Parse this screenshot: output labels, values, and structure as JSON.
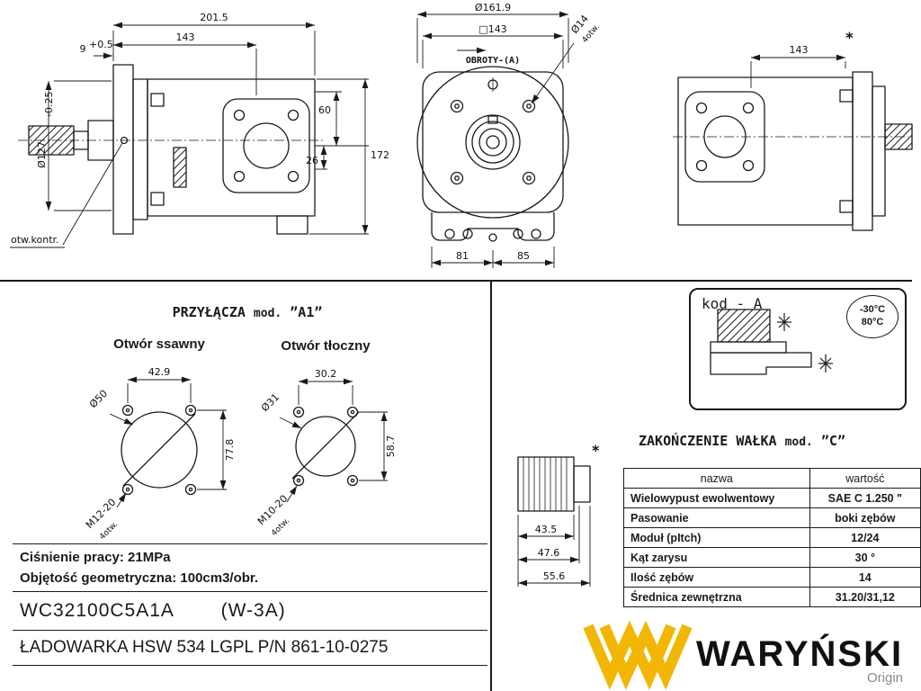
{
  "page": {
    "bg": "#ffffff",
    "line_color": "#1a1a1a"
  },
  "views": {
    "side_left": {
      "dim_total": "201.5",
      "dim_flange": "143",
      "dim_9": "9",
      "dim_9_tol": "+0.5",
      "dim_d127": "Ø127",
      "dim_d127_tol": "-0.25",
      "dim_60": "60",
      "dim_26": "26",
      "dim_172": "172",
      "label_otw_kontr": "otw.kontr."
    },
    "front": {
      "dim_d161": "Ø161.9",
      "dim_sq143": "□143",
      "label_obroty": "OBROTY-(A)",
      "dim_d14": "Ø14",
      "dim_d14_holes": "4otw.",
      "dim_81": "81",
      "dim_85": "85"
    },
    "side_right": {
      "dim_143": "143",
      "mark": "*"
    }
  },
  "przylacza": {
    "title": "PRZYŁĄCZA",
    "mod": "mod.",
    "code": "”A1”",
    "ssawny": {
      "title": "Otwór ssawny",
      "dim_w": "42.9",
      "dim_h": "77.8",
      "dim_d": "Ø50",
      "thread": "M12-20",
      "holes": "4otw."
    },
    "tloczny": {
      "title": "Otwór tłoczny",
      "dim_w": "30.2",
      "dim_h": "58.7",
      "dim_d": "Ø31",
      "thread": "M10-20",
      "holes": "4otw."
    }
  },
  "kod": {
    "label": "kod - A",
    "temp_min": "-30°C",
    "temp_max": "80°C"
  },
  "walek": {
    "title": "ZAKOŃCZENIE WAŁKA",
    "mod": "mod.",
    "code": "”C”",
    "mark": "*",
    "dim_43_5": "43.5",
    "dim_47_6": "47.6",
    "dim_55_6": "55.6",
    "table": {
      "headers": [
        "nazwa",
        "wartość"
      ],
      "rows": [
        [
          "Wielowypust ewolwentowy",
          "SAE C  1.250 \""
        ],
        [
          "Pasowanie",
          "boki zębów"
        ],
        [
          "Moduł (pItch)",
          "12/24"
        ],
        [
          "Kąt zarysu",
          "30 °"
        ],
        [
          "Ilość zębów",
          "14"
        ],
        [
          "Średnica zewnętrzna",
          "31.20/31,12"
        ]
      ]
    }
  },
  "specs": {
    "pressure": "Ciśnienie pracy: 21MPa",
    "displacement": "Objętość geometryczna: 100cm3/obr.",
    "part_number": "WC32100C5A1A",
    "variant": "(W-3A)",
    "application": "ŁADOWARKA HSW 534  LGPL P/N 861-10-0275"
  },
  "brand": {
    "name": "WARYŃSKI",
    "sub": "Origin",
    "accent": "#F2B705"
  }
}
